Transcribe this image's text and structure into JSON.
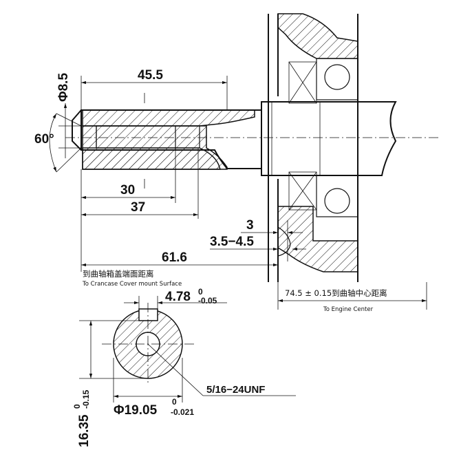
{
  "dimensions": {
    "length_45_5": "45.5",
    "thread_dia": "Φ8.5",
    "chamfer_angle": "60°",
    "depth_30": "30",
    "depth_37": "37",
    "gap_3": "3",
    "gap_3_5_4_5": "3.5−4.5",
    "length_61_6": "61.6",
    "crank_cover_cn": "到曲轴箱盖端面距离",
    "crank_cover_en": "To Crancase Cover mount Surface",
    "engine_center_cn": "74.5 ± 0.15到曲轴中心距离",
    "engine_center_en": "To Engine Center",
    "key_width": "4.78",
    "key_width_upper": "0",
    "key_width_lower": "-0.05",
    "thread_spec": "5/16−24UNF",
    "shaft_dia": "Φ19.05",
    "shaft_dia_upper": "0",
    "shaft_dia_lower": "-0.021",
    "key_depth": "16.35",
    "key_depth_upper": "0",
    "key_depth_lower": "-0.15",
    "section_mark_top": "I",
    "section_mark_bottom": "I"
  }
}
